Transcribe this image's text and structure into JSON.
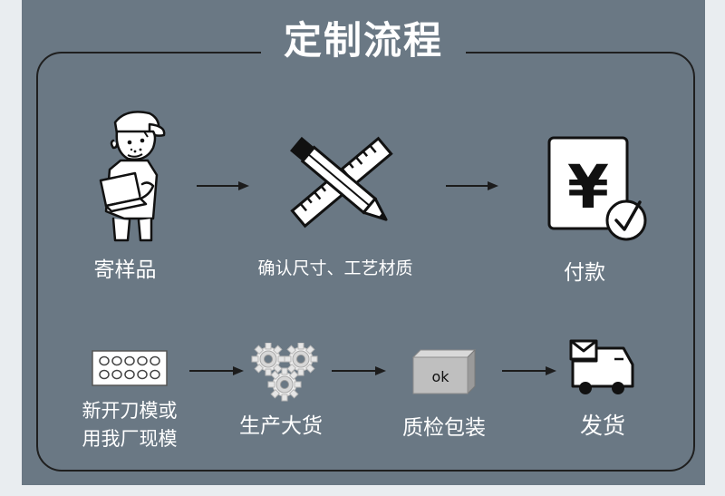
{
  "title": "定制流程",
  "steps": {
    "send_sample": "寄样品",
    "confirm": "确认尺寸、工艺材质",
    "pay": "付款",
    "mold_line1": "新开刀模或",
    "mold_line2": "用我厂现模",
    "produce": "生产大货",
    "inspect": "质检包装",
    "ship": "发货"
  },
  "icons": {
    "yen_symbol": "¥",
    "box_text": "ok"
  },
  "colors": {
    "panel_bg": "#6a7884",
    "frame_stroke": "#1f1f1f",
    "label_text": "#ffffff"
  }
}
